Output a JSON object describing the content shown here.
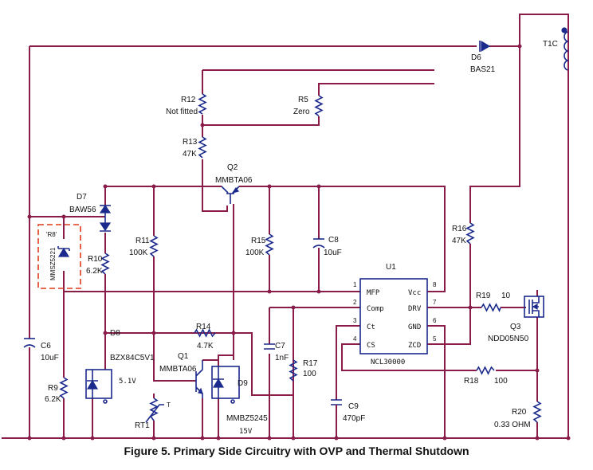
{
  "caption": "Figure 5. Primary Side Circuitry with OVP and Thermal Shutdown",
  "components": {
    "T1C": "T1C",
    "D6": {
      "ref": "D6",
      "value": "BAS21"
    },
    "R12": {
      "ref": "R12",
      "value": "Not fitted"
    },
    "R5": {
      "ref": "R5",
      "value": "Zero"
    },
    "R13": {
      "ref": "R13",
      "value": "47K"
    },
    "Q2": {
      "ref": "Q2",
      "value": "MMBTA06"
    },
    "D7": {
      "ref": "D7",
      "value": "BAW56"
    },
    "R8": {
      "ref": "'R8'",
      "value": "MMSZ5221"
    },
    "R10": {
      "ref": "R10",
      "value": "6.2K"
    },
    "R11": {
      "ref": "R11",
      "value": "100K"
    },
    "R15": {
      "ref": "R15",
      "value": "100K"
    },
    "C8": {
      "ref": "C8",
      "value": "10uF"
    },
    "U1": {
      "ref": "U1",
      "value": "NCL30000"
    },
    "R16": {
      "ref": "R16",
      "value": "47K"
    },
    "R19": {
      "ref": "R19",
      "value": "10"
    },
    "Q3": {
      "ref": "Q3",
      "value": "NDD05N50"
    },
    "C6": {
      "ref": "C6",
      "value": "10uF"
    },
    "D8": {
      "ref": "D8",
      "value": "BZX84C5V1",
      "voltage": "5.1V"
    },
    "R14": {
      "ref": "R14",
      "value": "4.7K"
    },
    "C7": {
      "ref": "C7",
      "value": "1nF"
    },
    "R17": {
      "ref": "R17",
      "value": "100"
    },
    "R18": {
      "ref": "R18",
      "value": "100"
    },
    "Q1": {
      "ref": "Q1",
      "value": "MMBTA06"
    },
    "R9": {
      "ref": "R9",
      "value": "6.2K"
    },
    "RT1": {
      "ref": "RT1",
      "symbol": "T"
    },
    "D9": {
      "ref": "D9",
      "value": "MMBZ5245",
      "voltage": "15V"
    },
    "C9": {
      "ref": "C9",
      "value": "470pF"
    },
    "R20": {
      "ref": "R20",
      "value": "0.33 OHM"
    }
  },
  "ic_pins": {
    "left": [
      {
        "num": "1",
        "name": "MFP"
      },
      {
        "num": "2",
        "name": "Comp"
      },
      {
        "num": "3",
        "name": "Ct"
      },
      {
        "num": "4",
        "name": "CS"
      }
    ],
    "right": [
      {
        "num": "8",
        "name": "Vcc"
      },
      {
        "num": "7",
        "name": "DRV"
      },
      {
        "num": "6",
        "name": "GND"
      },
      {
        "num": "5",
        "name": "ZCD"
      }
    ]
  },
  "colors": {
    "wire": "#8a1c4a",
    "component": "#1b2a8c",
    "dashed_box": "#e03a1a"
  }
}
